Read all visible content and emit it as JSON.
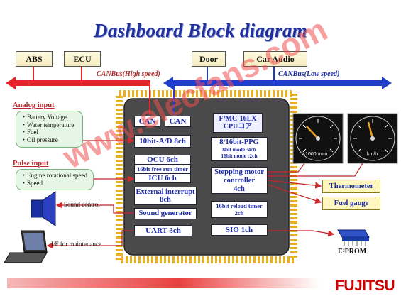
{
  "title": "Dashboard Block diagram",
  "watermark": "www.elecfans.com",
  "top_boxes": {
    "abs": "ABS",
    "ecu": "ECU",
    "door": "Door",
    "car_audio": "Car Audio"
  },
  "canbus": {
    "high": "CANBus(High speed)",
    "low": "CANBus(Low speed)"
  },
  "analog": {
    "heading": "Analog input",
    "items": [
      "Battery Voltage",
      "Water temperature",
      "Fuel",
      "Oil pressure"
    ]
  },
  "pulse": {
    "heading": "Pulse input",
    "items": [
      "Engine rotational speed",
      "Speed"
    ]
  },
  "chip": {
    "can1": "CAN",
    "can2": "CAN",
    "cpu_line1": "F²MC-16LX",
    "cpu_line2": "CPUコア",
    "adc": "10bit-A/D 8ch",
    "ocu": "OCU 6ch",
    "timer": "16bit free run timer",
    "icu": "ICU 6ch",
    "ext_int_1": "External interrupt",
    "ext_int_2": "8ch",
    "sound_gen": "Sound generator",
    "uart": "UART 3ch",
    "ppg": "8/16bit-PPG",
    "ppg_mode1": "8bit mode :4ch",
    "ppg_mode2": "16bit mode :2ch",
    "stepper_1": "Stepping motor",
    "stepper_2": "controller",
    "stepper_3": "4ch",
    "reload_1": "16bit reload timer",
    "reload_2": "2ch",
    "sio": "SIO 1ch"
  },
  "gauges": {
    "tacho_unit": "×1000r/min",
    "speed_unit": "km/h"
  },
  "outputs": {
    "thermometer": "Thermometer",
    "fuel_gauge": "Fuel gauge",
    "eeprom": "E²PROM"
  },
  "labels": {
    "sound_control": "Sound control",
    "maintenance": "I/F for maintenance"
  },
  "brand": "FUJITSU",
  "colors": {
    "can_high": "#e2262a",
    "can_low": "#1f3ec8",
    "chip": "#4a4a4a",
    "pins": "#e8b020",
    "title": "#1f2f9e"
  }
}
